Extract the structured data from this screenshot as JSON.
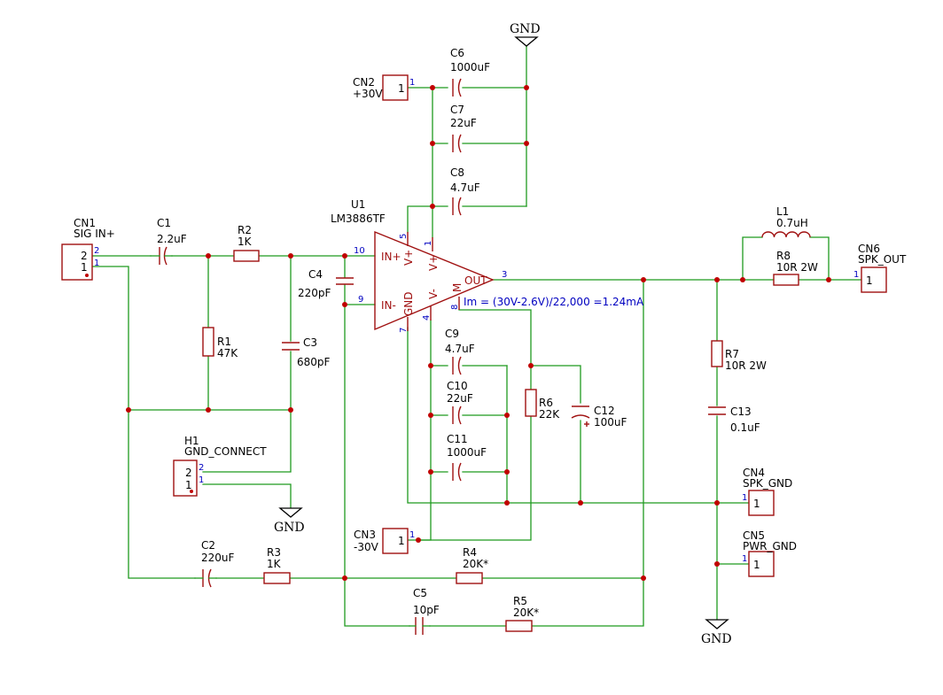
{
  "labels": {
    "cn1": "CN1",
    "cn1_val": "SIG IN+",
    "cn2": "CN2",
    "cn2_val": "+30V",
    "cn3": "CN3",
    "cn3_val": "-30V",
    "cn4": "CN4",
    "cn4_val": "SPK_GND",
    "cn5": "CN5",
    "cn5_val": "PWR_GND",
    "cn6": "CN6",
    "cn6_val": "SPK_OUT",
    "h1": "H1",
    "h1_val": "GND_CONNECT",
    "u1": "U1",
    "u1_val": "LM3886TF",
    "c1": "C1",
    "c1_val": "2.2uF",
    "c2": "C2",
    "c2_val": "220uF",
    "c3": "C3",
    "c3_val": "680pF",
    "c4": "C4",
    "c4_val": "220pF",
    "c5": "C5",
    "c5_val": "10pF",
    "c6": "C6",
    "c6_val": "1000uF",
    "c7": "C7",
    "c7_val": "22uF",
    "c8": "C8",
    "c8_val": "4.7uF",
    "c9": "C9",
    "c9_val": "4.7uF",
    "c10": "C10",
    "c10_val": "22uF",
    "c11": "C11",
    "c11_val": "1000uF",
    "c12": "C12",
    "c12_val": "100uF",
    "c13": "C13",
    "c13_val": "0.1uF",
    "r1": "R1",
    "r1_val": "47K",
    "r2": "R2",
    "r2_val": "1K",
    "r3": "R3",
    "r3_val": "1K",
    "r4": "R4",
    "r4_val": "20K*",
    "r5": "R5",
    "r5_val": "20K*",
    "r6": "R6",
    "r6_val": "22K",
    "r7": "R7",
    "r7_val": "10R 2W",
    "r8": "R8",
    "r8_val": "10R 2W",
    "l1": "L1",
    "l1_val": "0.7uH"
  },
  "gnd_label": "GND",
  "note": "Im = (30V-2.6V)/22,000 =1.24mA",
  "opamp_pins": {
    "in_plus": "IN+",
    "in_minus": "IN-",
    "out": "OUT",
    "gnd": "GND",
    "vplus": "V+",
    "vminus": "V-",
    "m": "M"
  },
  "pins": {
    "p1": "1",
    "p2": "2",
    "p3": "3",
    "p4": "4",
    "p5": "5",
    "p7": "7",
    "p8": "8",
    "p9": "9",
    "p10": "10"
  },
  "colors": {
    "wire": "#1f9a1f",
    "component": "#a01010",
    "junction": "#c00000",
    "pin_text": "#0000c0"
  }
}
